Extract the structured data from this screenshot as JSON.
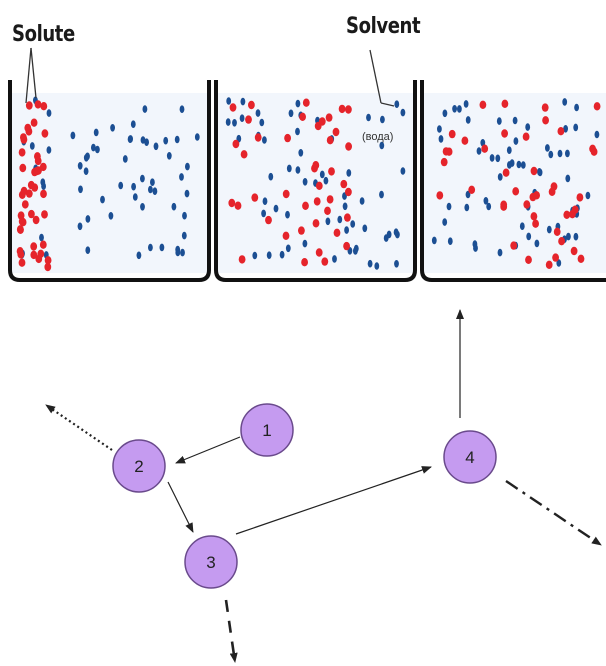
{
  "header": {
    "solute_label": "Solute",
    "solvent_label": "Solvent",
    "solvent_note": "(вода)"
  },
  "colors": {
    "solute_particle": "#e5242b",
    "solvent_particle": "#1c4f93",
    "node_fill": "#c59bf0",
    "node_stroke": "#6a4a8c",
    "liquid": "#eef3fb"
  },
  "beakers": [
    {
      "id": "beaker-1",
      "state": "solute concentrated at left wall"
    },
    {
      "id": "beaker-2",
      "state": "solute partially spread"
    },
    {
      "id": "beaker-3",
      "state": "solute evenly distributed"
    }
  ],
  "nodes": [
    {
      "id": "1",
      "label": "1"
    },
    {
      "id": "2",
      "label": "2"
    },
    {
      "id": "3",
      "label": "3"
    },
    {
      "id": "4",
      "label": "4"
    }
  ],
  "edges": [
    {
      "from": "1",
      "to": "2",
      "style": "solid"
    },
    {
      "from": "2",
      "to": "3",
      "style": "solid"
    },
    {
      "from": "3",
      "to": "4",
      "style": "solid"
    },
    {
      "from": "4",
      "to": "up",
      "style": "solid"
    },
    {
      "from": "2",
      "to": "away",
      "style": "dotted"
    },
    {
      "from": "4",
      "to": "away",
      "style": "dash-dot"
    },
    {
      "from": "3",
      "to": "away",
      "style": "dashed"
    }
  ]
}
